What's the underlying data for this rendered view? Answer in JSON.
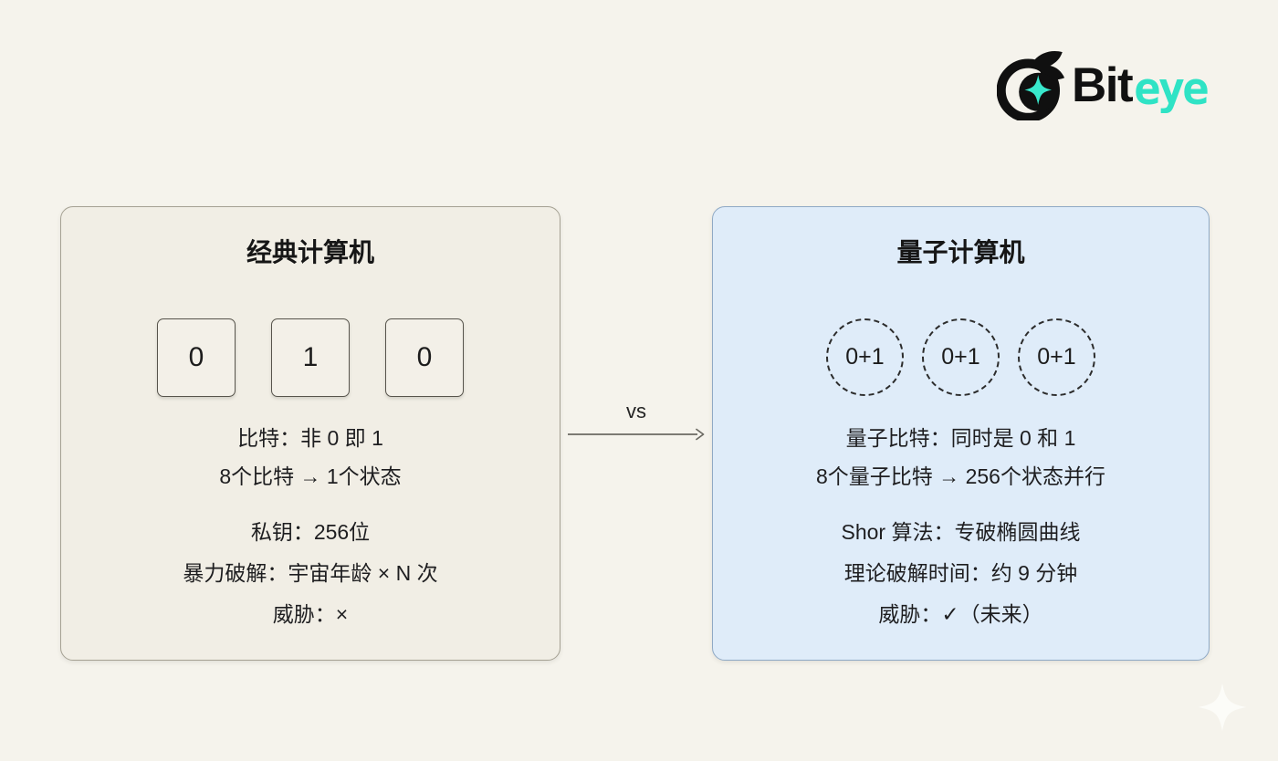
{
  "page": {
    "background_color": "#f5f3ec"
  },
  "logo": {
    "brand_black": "Bit",
    "brand_teal": "eye",
    "teal_color": "#2fe3c5",
    "black_color": "#111111",
    "icon": "biteye-eye-sparkle-icon"
  },
  "connector": {
    "vs_label": "vs",
    "arrow_icon": "arrow-right-icon",
    "arrow_color": "#6b6962"
  },
  "left_card": {
    "title": "经典计算机",
    "bg_color": "#f1eee5",
    "border_color": "#a5a193",
    "bits": [
      "0",
      "1",
      "0"
    ],
    "lines": [
      "比特：非 0 即 1",
      "8个比特 → 1个状态",
      "私钥：256位",
      "暴力破解：宇宙年龄 × N 次",
      "威胁：×"
    ]
  },
  "right_card": {
    "title": "量子计算机",
    "bg_color": "#dfecf9",
    "border_color": "#8fa9c5",
    "qubits": [
      "0+1",
      "0+1",
      "0+1"
    ],
    "lines": [
      "量子比特：同时是 0 和 1",
      "8个量子比特 → 256个状态并行",
      "Shor 算法：专破椭圆曲线",
      "理论破解时间：约 9 分钟",
      "威胁：✓（未来）"
    ]
  },
  "watermark": {
    "icon": "sparkle-icon",
    "color": "#fdfdfa"
  }
}
